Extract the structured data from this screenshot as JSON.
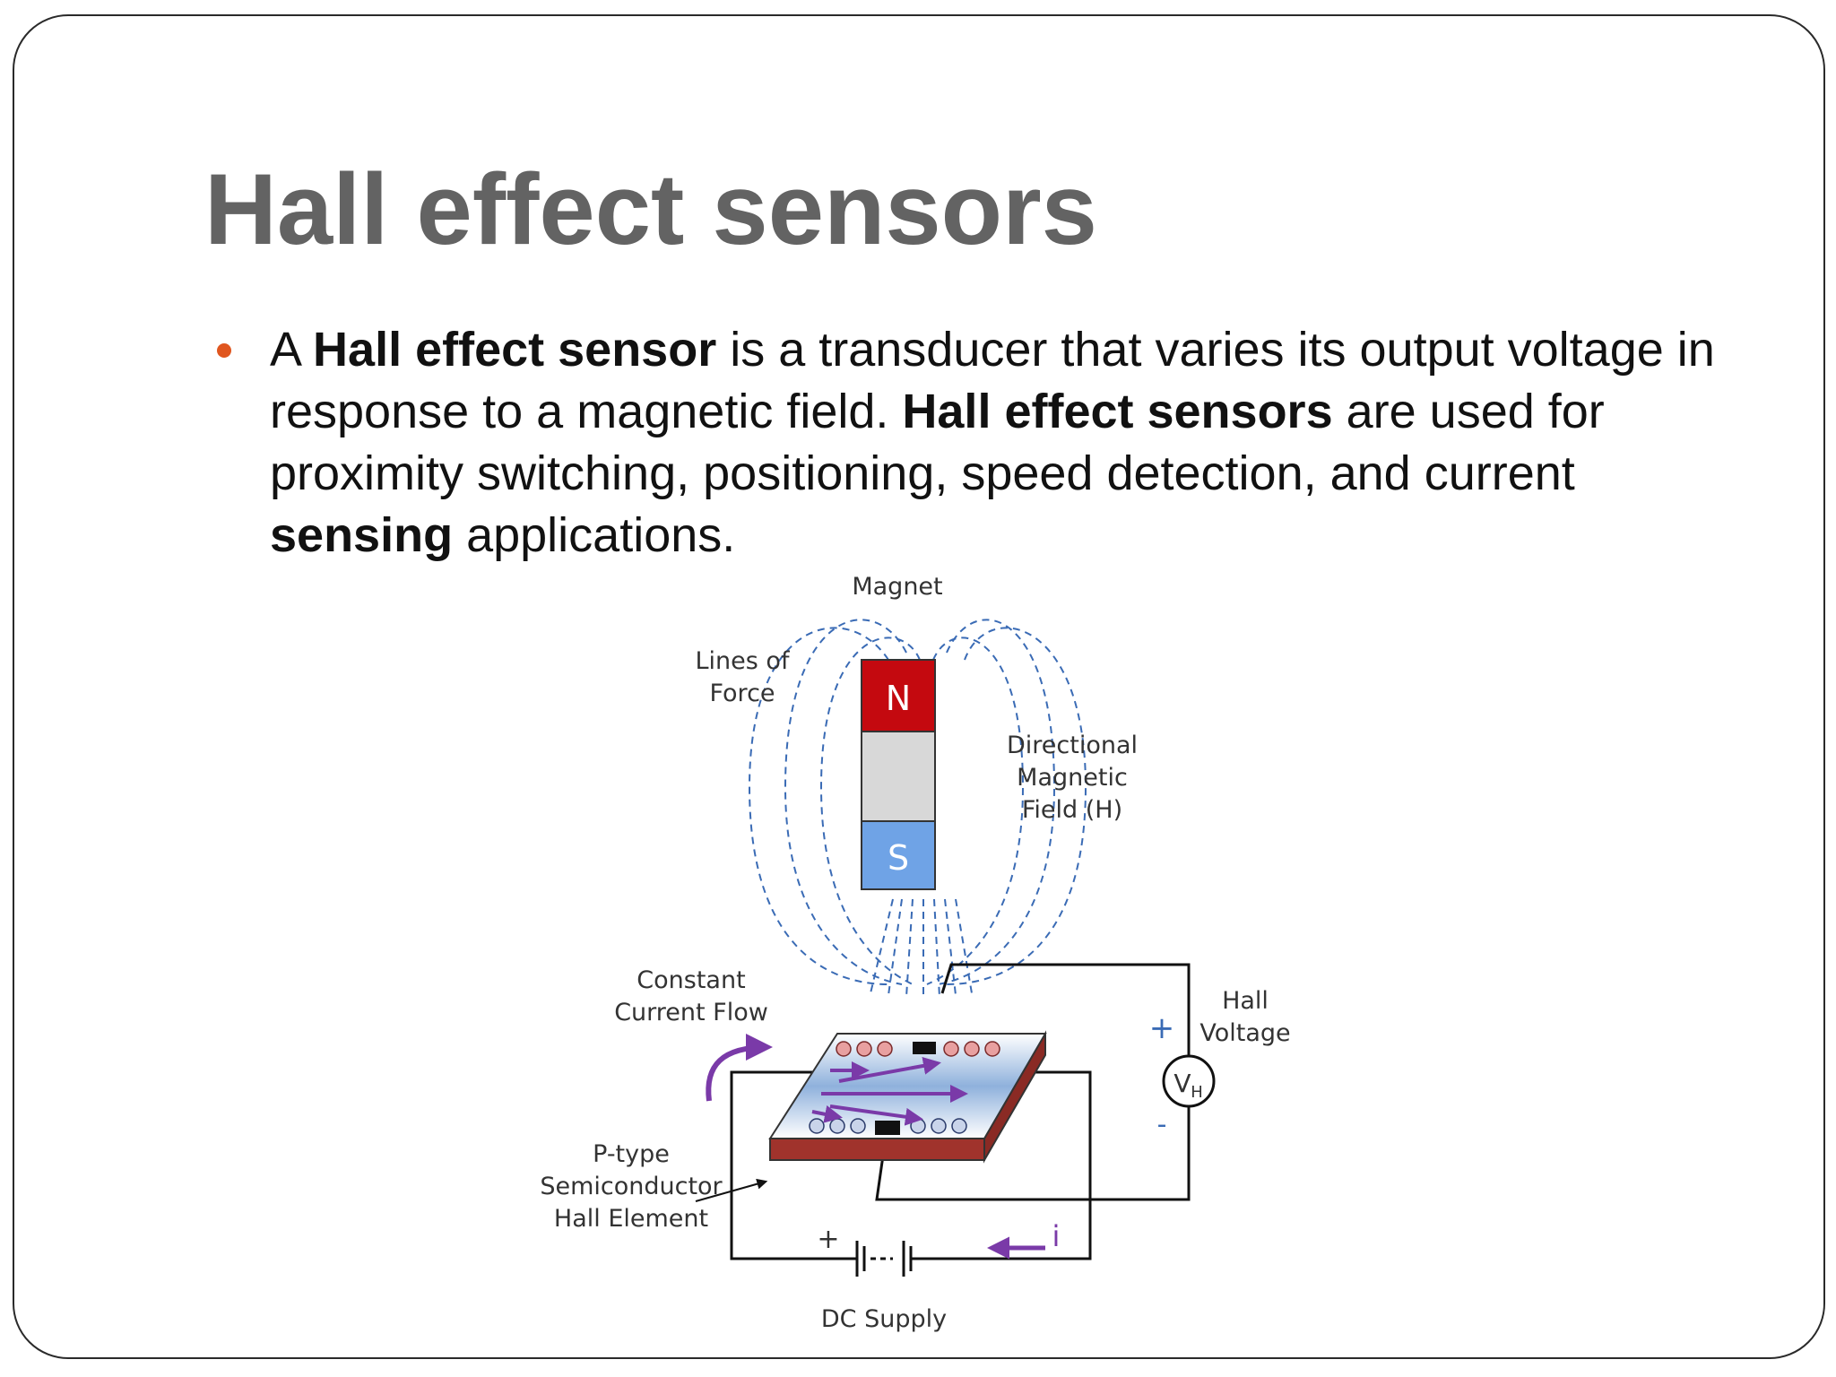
{
  "slide": {
    "title": "Hall effect sensors",
    "bullet": {
      "t1": "A ",
      "b1": "Hall effect sensor",
      "t2": " is a transducer that varies its output voltage in response to a magnetic field. ",
      "b2": "Hall effect sensors",
      "t3": " are used for proximity switching, positioning, speed detection, and current ",
      "b3": "sensing",
      "t4": " applications."
    }
  },
  "diagram": {
    "labels": {
      "magnet": "Magnet",
      "lines_of_force_1": "Lines of",
      "lines_of_force_2": "Force",
      "north": "N",
      "south": "S",
      "directional_1": "Directional",
      "directional_2": "Magnetic",
      "directional_3": "Field (H)",
      "constant_1": "Constant",
      "constant_2": "Current Flow",
      "hall_1": "Hall",
      "hall_2": "Voltage",
      "plus_voltage": "+",
      "minus_voltage": "-",
      "vh_main": "V",
      "vh_sub": "H",
      "ptype_1": "P-type",
      "ptype_2": "Semiconductor",
      "ptype_3": "Hall Element",
      "plus_supply": "+",
      "current_symbol": "i",
      "dc_supply": "DC Supply"
    },
    "colors": {
      "accent_bullet": "#e0561f",
      "magnet_north": "#c4090f",
      "magnet_south": "#6fa3e6",
      "magnet_mid": "#d8d8d8",
      "field_lines": "#3a6bb5",
      "current_arrows": "#7a3aa8",
      "plate_edge": "#a0332c"
    }
  }
}
